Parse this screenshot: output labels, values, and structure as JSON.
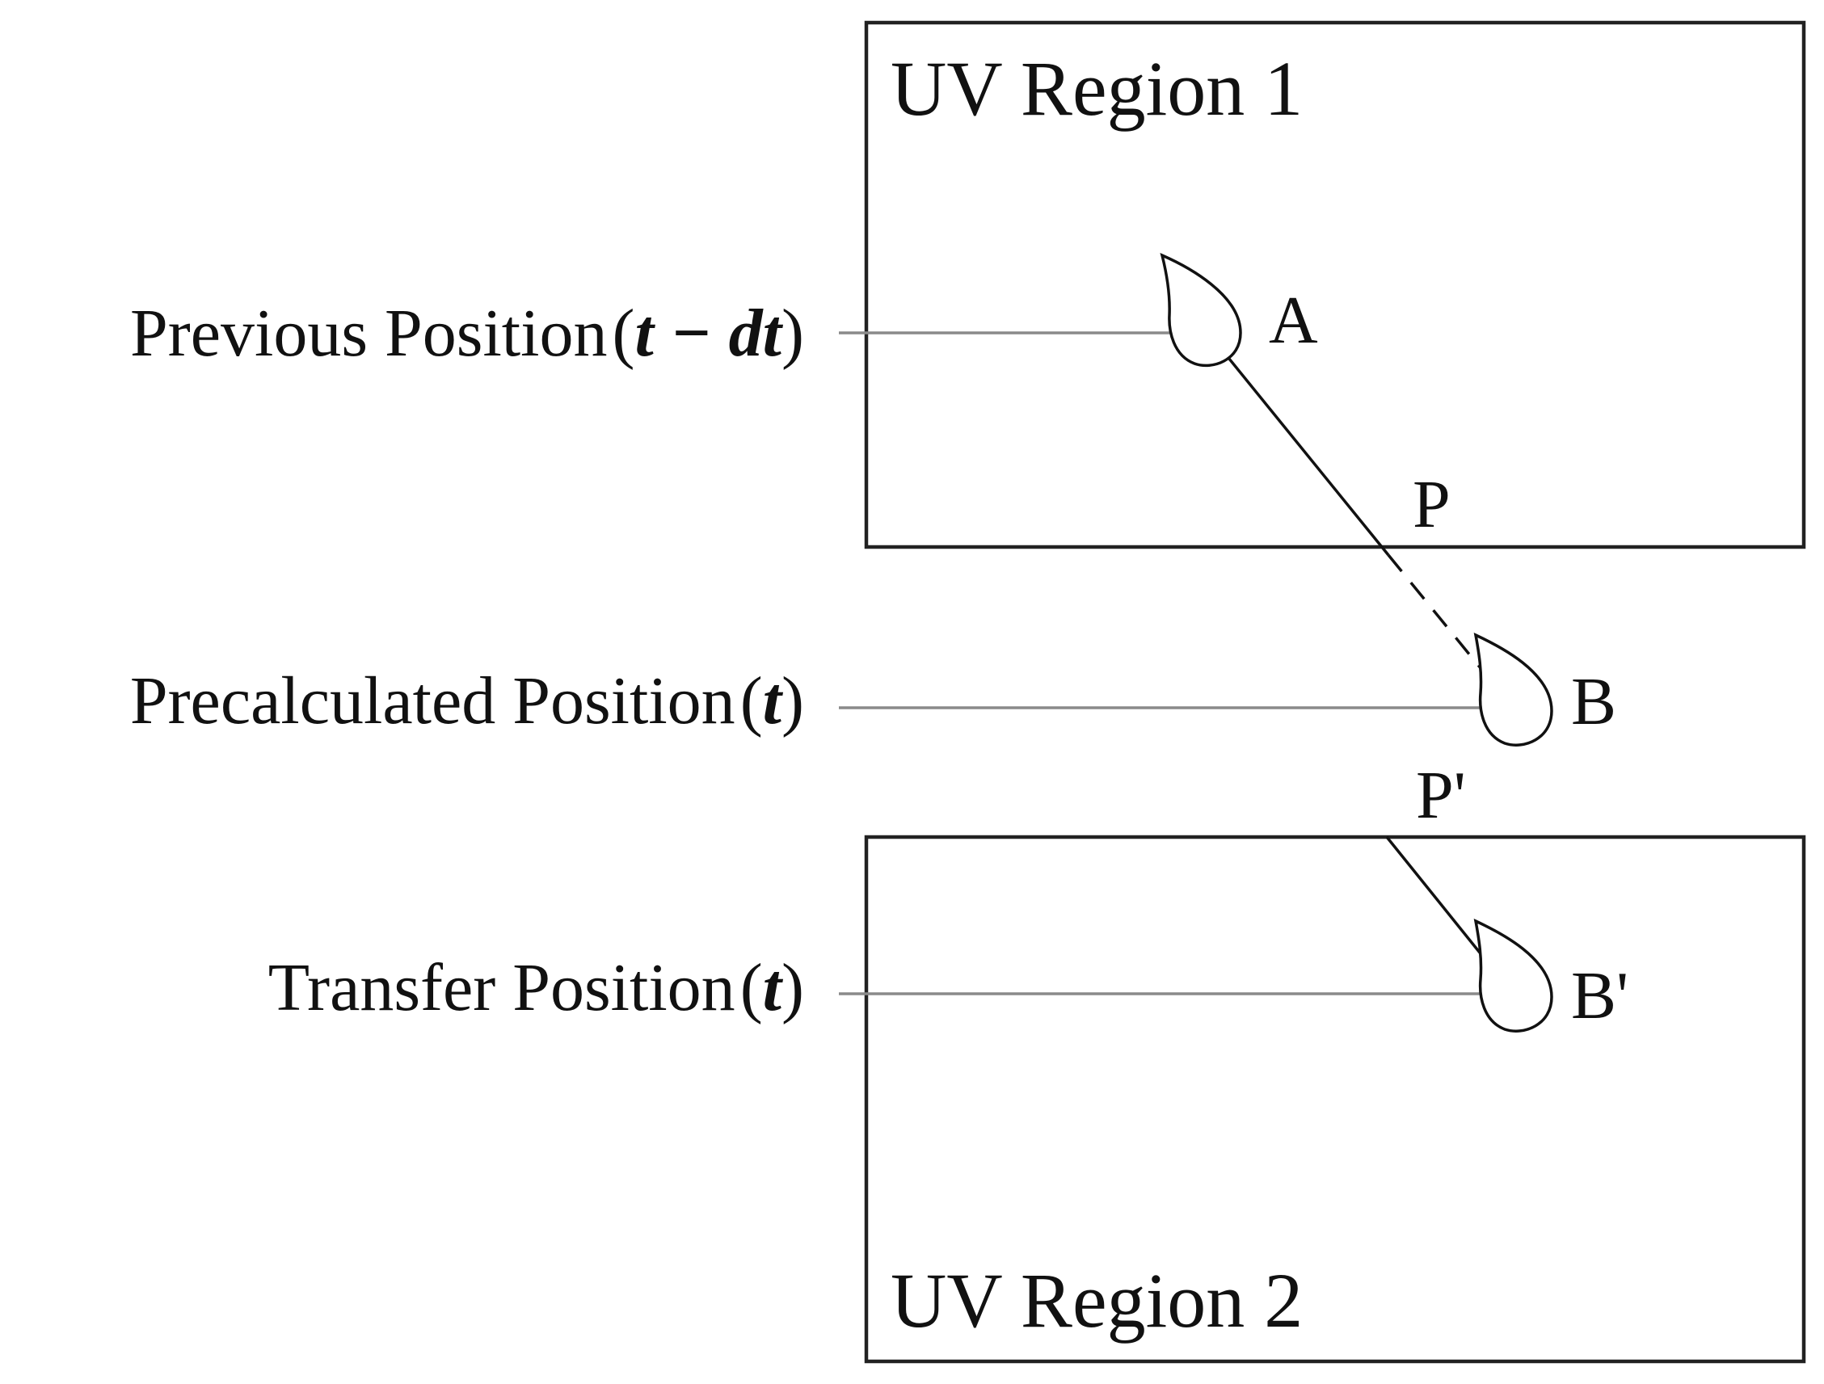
{
  "regions": {
    "region1_label": "UV Region 1",
    "region2_label": "UV Region 2"
  },
  "rows": {
    "previous": {
      "text": "Previous Position",
      "paren_open": "(",
      "variable": "t − dt",
      "paren_close": ")"
    },
    "precalculated": {
      "text": "Precalculated Position",
      "paren_open": "(",
      "variable": "t",
      "paren_close": ")"
    },
    "transfer": {
      "text": "Transfer Position",
      "paren_open": "(",
      "variable": "t",
      "paren_close": ")"
    }
  },
  "points": {
    "a": "A",
    "b": "B",
    "b_prime": "B'",
    "p": "P",
    "p_prime": "P'"
  }
}
